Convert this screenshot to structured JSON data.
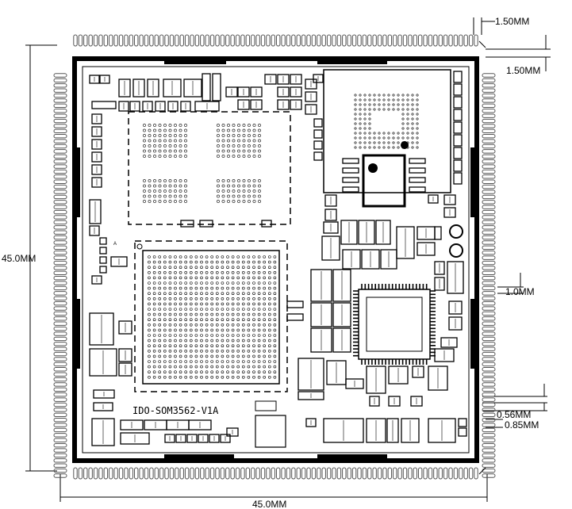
{
  "board": {
    "label": "IDO-SOM3562-V1A",
    "width_mm": 45.0,
    "height_mm": 45.0,
    "pads_per_side": 80
  },
  "dimensions": {
    "width": "45.0MM",
    "height": "45.0MM",
    "pad_width": "1.50MM",
    "pad_length": "1.50MM",
    "pad_pitch": "1.0MM",
    "pad_gap": "0.56MM",
    "edge_offset": "0.85MM"
  },
  "marks": {
    "pin_one": "A"
  },
  "colors": {
    "line": "#000000",
    "pad_outline": "#555555",
    "background": "#ffffff"
  }
}
